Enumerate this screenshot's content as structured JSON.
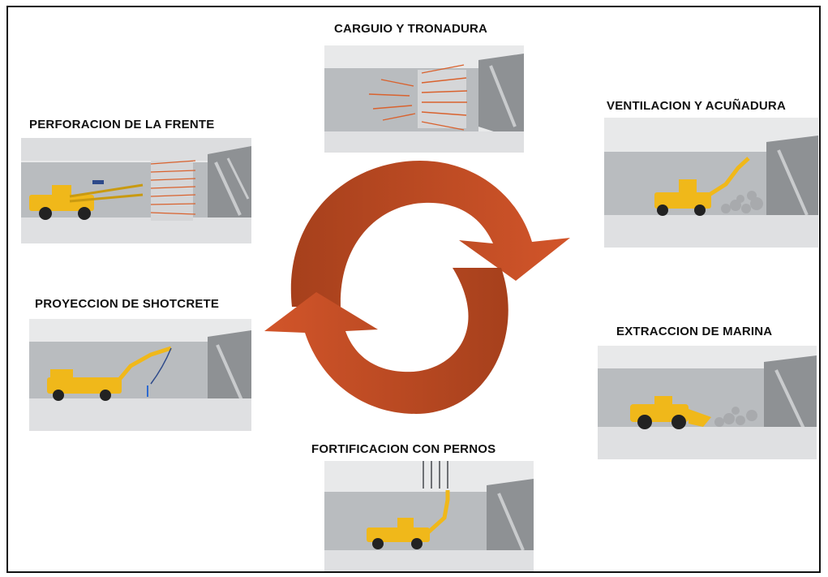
{
  "diagram": {
    "steps": [
      {
        "id": "perforacion",
        "label": "PERFORACION  DE  LA FRENTE"
      },
      {
        "id": "carguio",
        "label": "CARGUIO Y TRONADURA"
      },
      {
        "id": "ventilacion",
        "label": "VENTILACION Y ACUÑADURA"
      },
      {
        "id": "extraccion",
        "label": "EXTRACCION  DE  MARINA"
      },
      {
        "id": "fortificacion",
        "label": "FORTIFICACION CON PERNOS"
      },
      {
        "id": "proyeccion",
        "label": "PROYECCION  DE  SHOTCRETE"
      }
    ],
    "colors": {
      "arrow_light": "#d2552a",
      "arrow_dark": "#a6401c",
      "machine": "#f0b81a",
      "tunnel": "#b9bcbf",
      "charge_lines": "#d9622e"
    }
  }
}
